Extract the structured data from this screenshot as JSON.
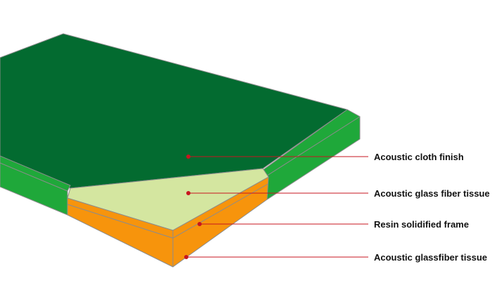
{
  "colors": {
    "cloth_top": "#036b30",
    "cloth_edge": "#1fa83a",
    "glass_fiber_tissue": "#d4e6a0",
    "resin_frame": "#f7940c",
    "outline": "#8c8c8c",
    "leader_line": "#c7161f",
    "label_text": "#111111"
  },
  "callouts": [
    {
      "id": "acoustic-cloth-finish",
      "label": "Acoustic cloth finish"
    },
    {
      "id": "acoustic-glass-fiber-tissue",
      "label": "Acoustic glass fiber tissue"
    },
    {
      "id": "resin-solidified-frame",
      "label": "Resin solidified frame"
    },
    {
      "id": "acoustic-glassfiber-tissue",
      "label": "Acoustic glassfiber tissue"
    }
  ]
}
